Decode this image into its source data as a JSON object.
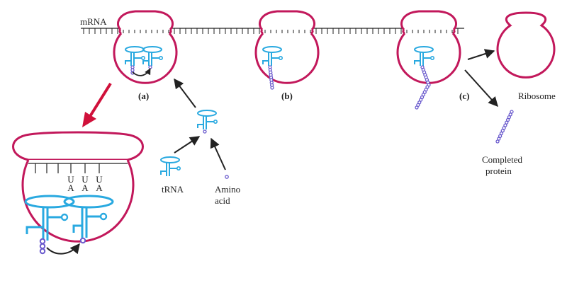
{
  "labels": {
    "mrna": "mRNA",
    "a": "(a)",
    "b": "(b)",
    "c": "(c)",
    "ribosome": "Ribosome",
    "trna": "tRNA",
    "amino_line1": "Amino",
    "amino_line2": "acid",
    "completed_line1": "Completed",
    "completed_line2": "protein"
  },
  "codons": [
    {
      "top": "U",
      "bottom": "A"
    },
    {
      "top": "U",
      "bottom": "A"
    },
    {
      "top": "U",
      "bottom": "A"
    }
  ],
  "colors": {
    "ribosome": "#c2185b",
    "trna": "#29a9e0",
    "amino_acid": "#6a5acd",
    "highlight_arrow": "#d0103a",
    "line": "#222222"
  },
  "icons": {
    "ribosome": "ribosome-outline",
    "trna": "trna-cloverleaf",
    "amino_acid": "bead",
    "arrow": "arrow"
  }
}
